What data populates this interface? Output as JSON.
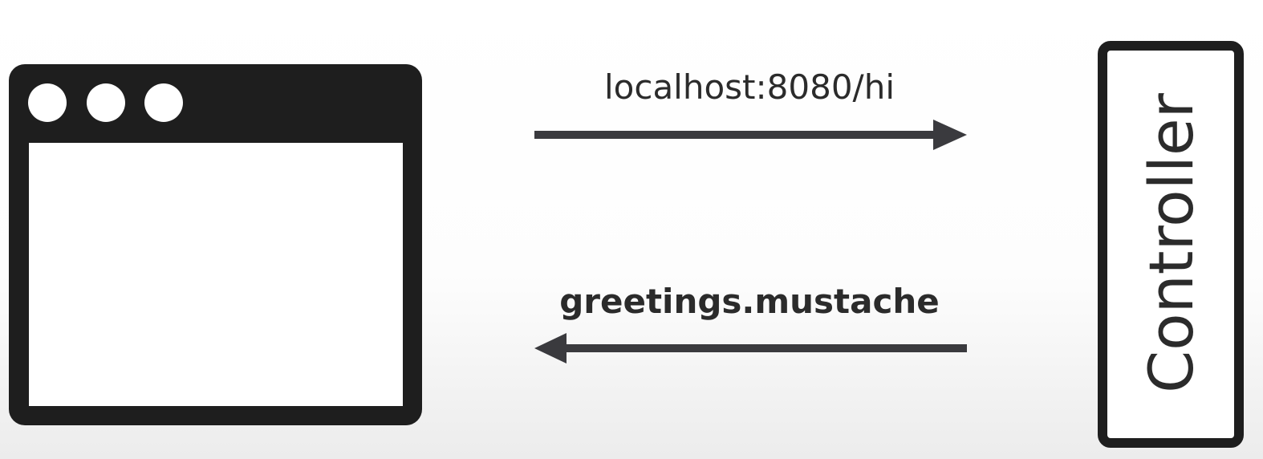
{
  "request_label": "localhost:8080/hi",
  "response_label": "greetings.mustache",
  "controller_label": "Controller",
  "colors": {
    "ink": "#1e1e1e",
    "arrow": "#3a3a3e",
    "text": "#2b2b2b",
    "paper": "#ffffff"
  },
  "icons": {
    "browser": "browser-window-icon",
    "request_arrow": "arrow-right-icon",
    "response_arrow": "arrow-left-icon"
  }
}
